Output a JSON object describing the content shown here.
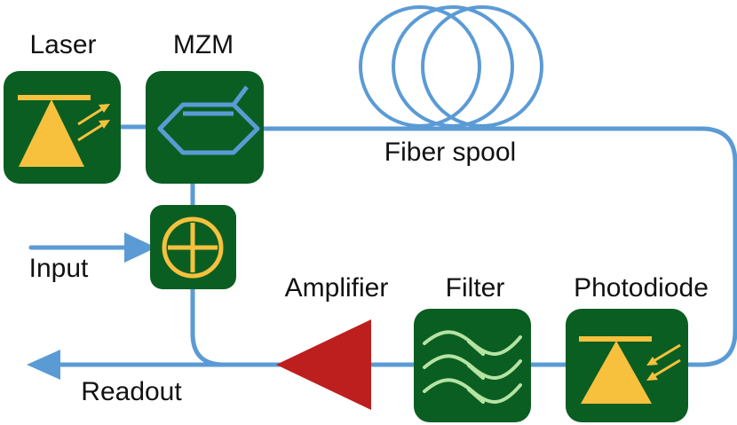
{
  "labels": {
    "laser": "Laser",
    "mzm": "MZM",
    "fiber_spool": "Fiber spool",
    "input": "Input",
    "amplifier": "Amplifier",
    "filter": "Filter",
    "photodiode": "Photodiode",
    "readout": "Readout"
  },
  "icons": {
    "laser": "laser-emitter-icon",
    "mzm": "mach-zehnder-modulator-icon",
    "summer": "summing-junction-icon",
    "amplifier": "amplifier-triangle-icon",
    "filter": "filter-waves-icon",
    "photodiode": "photodiode-detector-icon",
    "fiber_spool": "fiber-coil-icon"
  },
  "colors": {
    "box_fill": "#0a5e22",
    "line_blue": "#5b9bd5",
    "icon_yellow": "#f7c13d",
    "amplifier_red": "#bd1f1f",
    "filter_wave": "#b6e3a3",
    "text": "#111111",
    "background": "#ffffff"
  }
}
